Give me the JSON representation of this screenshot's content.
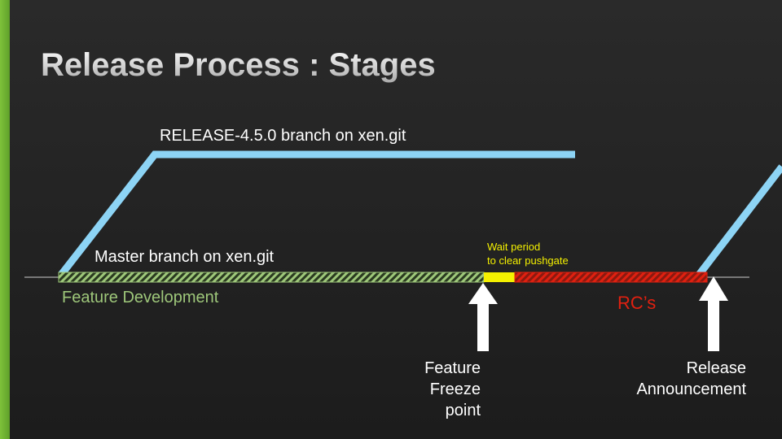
{
  "title": "Release Process : Stages",
  "labels": {
    "release_branch": "RELEASE-4.5.0 branch on xen.git",
    "master_branch": "Master branch on xen.git",
    "wait_period_line1": "Wait period",
    "wait_period_line2": "to clear pushgate",
    "feature_development": "Feature Development",
    "rcs": "RC’s",
    "feature_freeze": [
      "Feature",
      "Freeze",
      "point"
    ],
    "release_announcement": [
      "Release",
      "Announcement"
    ]
  },
  "colors": {
    "branch": "#8dd4f5",
    "feature": "#9ec77a",
    "wait": "#f4f000",
    "rc": "#e02010",
    "accent": "#6cb330"
  }
}
